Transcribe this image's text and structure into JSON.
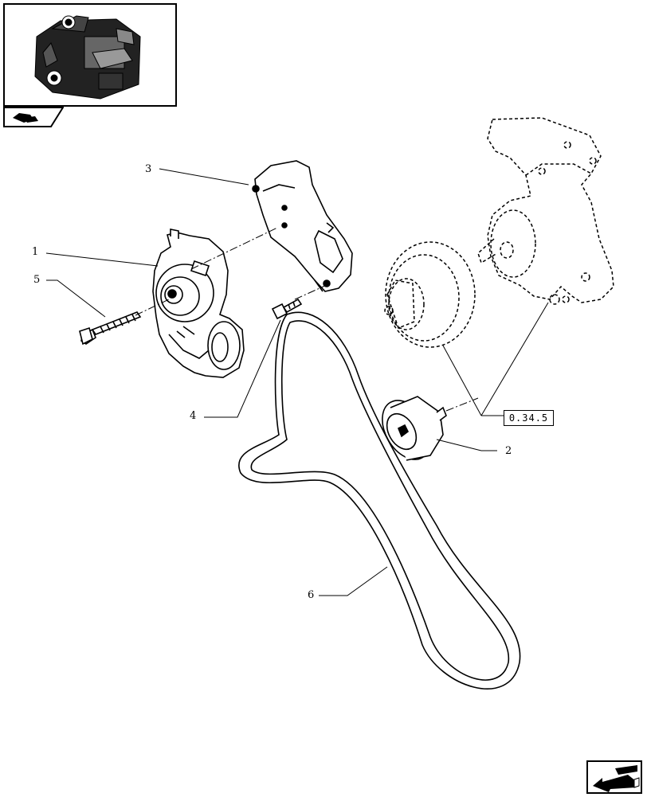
{
  "diagram": {
    "callouts": [
      {
        "id": "1",
        "label": "1"
      },
      {
        "id": "2",
        "label": "2"
      },
      {
        "id": "3",
        "label": "3"
      },
      {
        "id": "4",
        "label": "4"
      },
      {
        "id": "5",
        "label": "5"
      },
      {
        "id": "6",
        "label": "6"
      }
    ],
    "reference": "0.34.5"
  },
  "icons": {
    "thumbnail": "engine-thumbnail-icon",
    "tab": "page-tab-icon",
    "nav": "back-arrow-icon"
  }
}
